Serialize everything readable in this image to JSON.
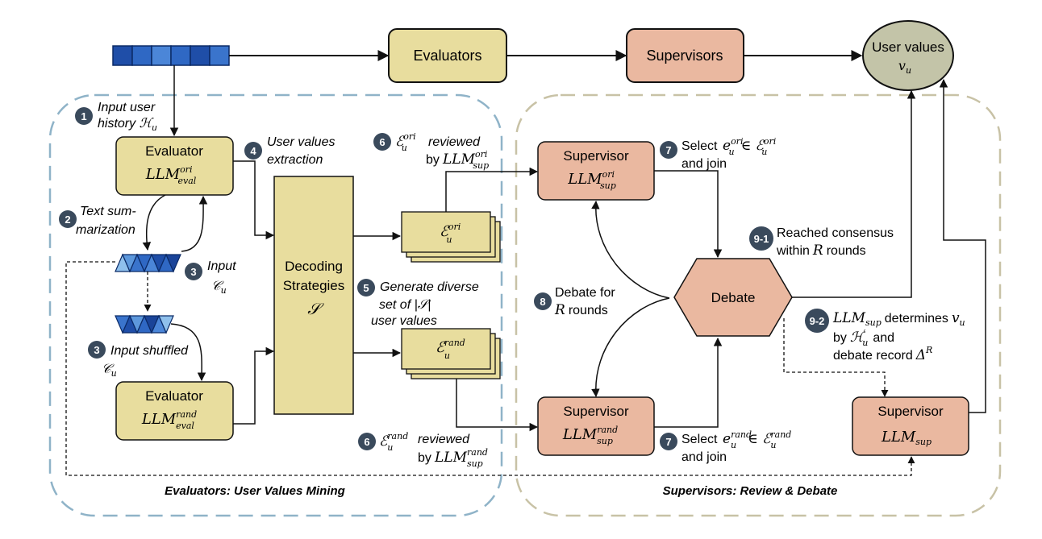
{
  "colors": {
    "evaluator_fill": "#e8dd9e",
    "evaluator_stroke": "#2b2b1f",
    "supervisor_fill": "#eab8a0",
    "user_values_fill": "#c3c4a8",
    "blue_dark": "#1f4ea8",
    "blue_light": "#7fb3e8",
    "badge": "#3a4a5c",
    "dash_left": "#8fb3c8",
    "dash_right": "#c8c2a6"
  },
  "top": {
    "evaluators_label": "Evaluators",
    "supervisors_label": "Supervisors",
    "user_values_label": "User values",
    "user_values_symbol": "v",
    "user_values_sub": "u"
  },
  "left": {
    "step1_badge": "1",
    "step1_line1": "Input user",
    "step1_line2": "history ℋ",
    "step1_sub": "u",
    "evaluator_ori_title": "Evaluator",
    "evaluator_ori_llm": "LLM",
    "evaluator_ori_sup": "ori",
    "evaluator_ori_sub": "eval",
    "step4_badge": "4",
    "step4_line1": "User values",
    "step4_line2": "extraction",
    "step2_badge": "2",
    "step2_line1": "Text sum-",
    "step2_line2": "marization",
    "step3_badge": "3",
    "step3_line1": "Input",
    "step3_line2": "𝒞",
    "step3_sub": "u",
    "step3b_badge": "3",
    "step3b_line1": "Input shuffled",
    "step3b_line2": "𝒞",
    "step3b_sub": "u",
    "decoding_line1": "Decoding",
    "decoding_line2": "Strategies",
    "decoding_symbol": "𝒮",
    "evaluator_rand_title": "Evaluator",
    "evaluator_rand_llm": "LLM",
    "evaluator_rand_sup": "rand",
    "evaluator_rand_sub": "eval",
    "step5_badge": "5",
    "step5_line1": "Generate diverse",
    "step5_line2": "set of |𝒮|",
    "step5_line3": "user values",
    "step6a_badge": "6",
    "step6a_sym": "ℰ",
    "step6a_sup": "ori",
    "step6a_sub": "u",
    "step6a_text": "reviewed",
    "step6a_by": "by",
    "step6a_llm": "LLM",
    "step6a_llm_sup": "ori",
    "step6a_llm_sub": "sup",
    "stack_ori_sym": "ℰ",
    "stack_ori_sup": "ori",
    "stack_ori_sub": "u",
    "stack_rand_sym": "ℰ",
    "stack_rand_sup": "rand",
    "stack_rand_sub": "u",
    "step6b_badge": "6",
    "step6b_sym": "ℰ",
    "step6b_sup": "rand",
    "step6b_sub": "u",
    "step6b_text": "reviewed",
    "step6b_by": "by",
    "step6b_llm": "LLM",
    "step6b_llm_sup": "rand",
    "step6b_llm_sub": "sup",
    "region_label": "Evaluators: User Values Mining"
  },
  "right": {
    "sup_ori_title": "Supervisor",
    "sup_ori_llm": "LLM",
    "sup_ori_sup": "ori",
    "sup_ori_sub": "sup",
    "step7a_badge": "7",
    "step7a_line1": "Select",
    "step7a_math": "e",
    "step7a_sup": "ori",
    "step7a_sub": "u",
    "step7a_in": "∈ ℰ",
    "step7a_in_sup": "ori",
    "step7a_in_sub": "u",
    "step7a_line2": "and join",
    "step91_badge": "9-1",
    "step91_line1": "Reached consensus",
    "step91_line2": "within",
    "step91_R": "R",
    "step91_rounds": "rounds",
    "debate_label": "Debate",
    "step8_badge": "8",
    "step8_line1": "Debate for",
    "step8_R": "R",
    "step8_rounds": "rounds",
    "step92_badge": "9-2",
    "step92_llm": "LLM",
    "step92_llm_sub": "sup",
    "step92_determines": "determines",
    "step92_v": "v",
    "step92_v_sub": "u",
    "step92_by": "by",
    "step92_H": "ℋ",
    "step92_H_sup": "′",
    "step92_H_sub": "u",
    "step92_and": "and",
    "step92_record": "debate record",
    "step92_delta": "Δ",
    "step92_delta_sup": "R",
    "sup_rand_title": "Supervisor",
    "sup_rand_llm": "LLM",
    "sup_rand_sup": "rand",
    "sup_rand_sub": "sup",
    "step7b_badge": "7",
    "step7b_line1": "Select",
    "step7b_math": "e",
    "step7b_sup": "rand",
    "step7b_sub": "u",
    "step7b_in": "∈ ℰ",
    "step7b_in_sup": "rand",
    "step7b_in_sub": "u",
    "step7b_line2": "and join",
    "sup_final_title": "Supervisor",
    "sup_final_llm": "LLM",
    "sup_final_sub": "sup",
    "region_label": "Supervisors: Review & Debate"
  }
}
